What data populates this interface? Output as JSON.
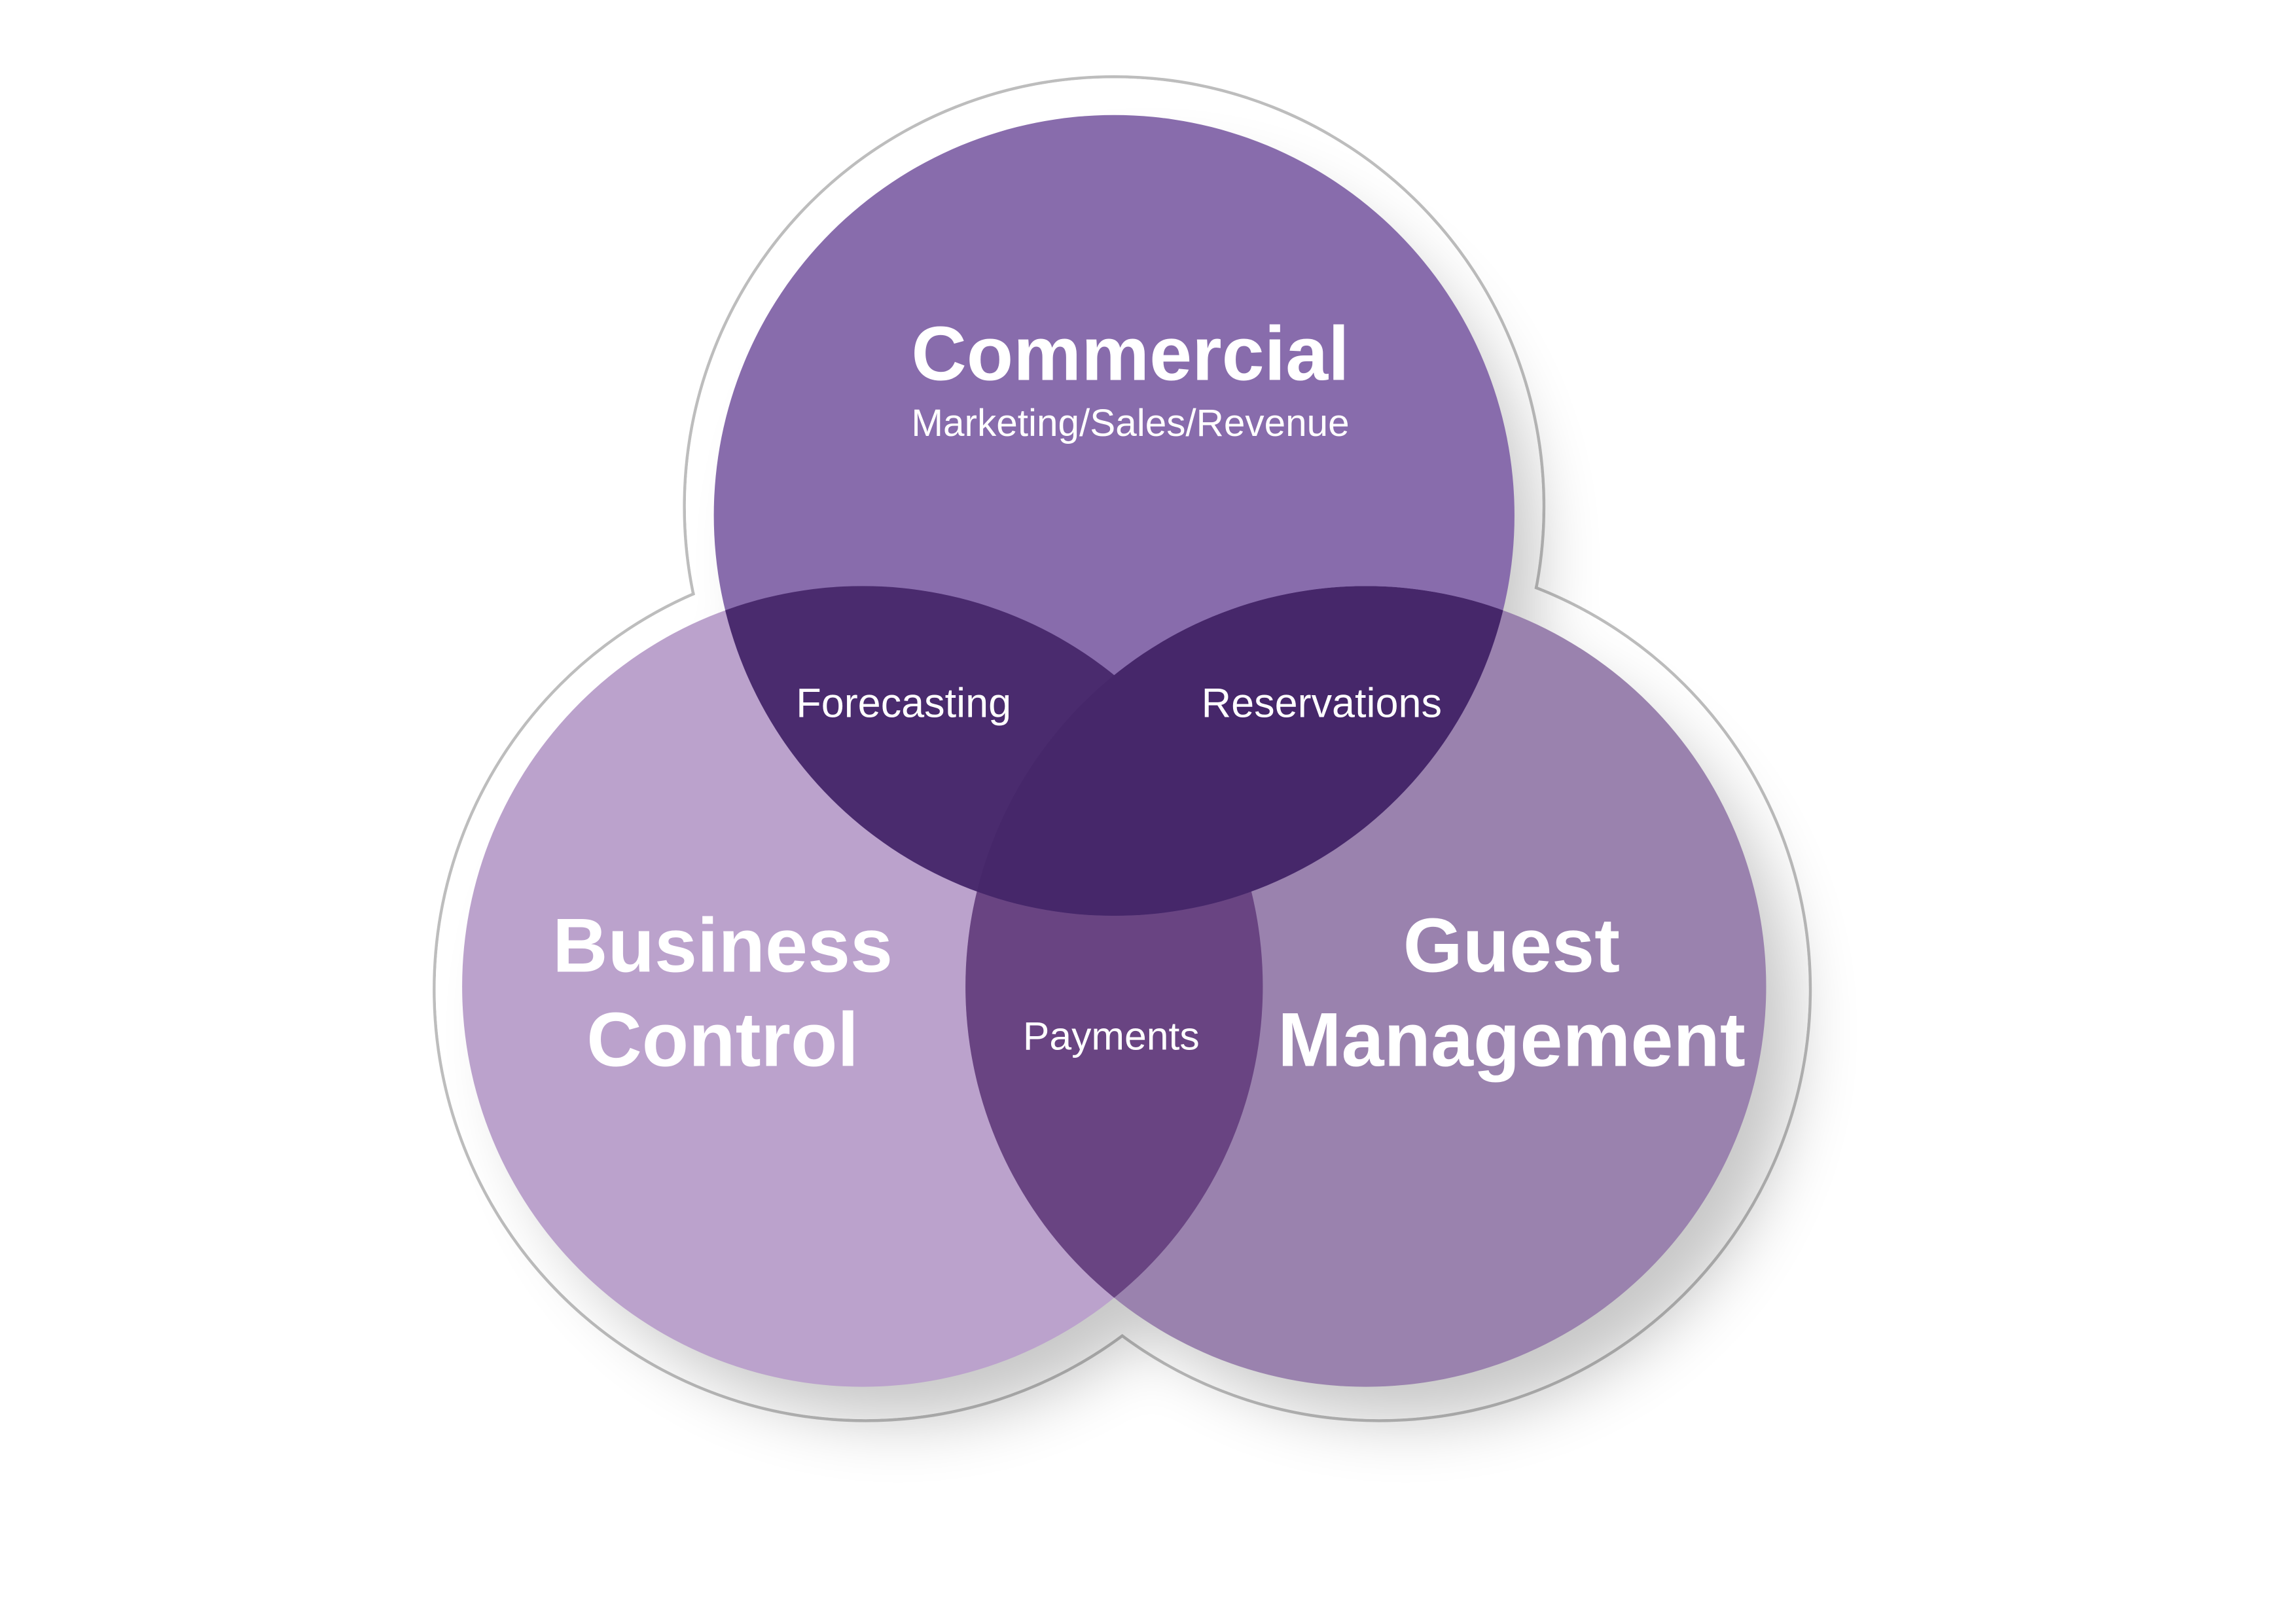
{
  "circles": {
    "top": {
      "title": "Commercial",
      "subtitle": "Marketing/Sales/Revenue",
      "color": "#886CAC"
    },
    "left": {
      "title_line1": "Business",
      "title_line2": "Control",
      "color": "#BBA2CC"
    },
    "right": {
      "title_line1": "Guest",
      "title_line2": "Management",
      "color": "#9A82AE"
    }
  },
  "intersections": {
    "top_left": {
      "label": "Forecasting",
      "color": "#4A2B6E"
    },
    "top_right": {
      "label": "Reservations",
      "color": "#46276A"
    },
    "left_right": {
      "label": "Payments",
      "color": "#694482"
    }
  }
}
